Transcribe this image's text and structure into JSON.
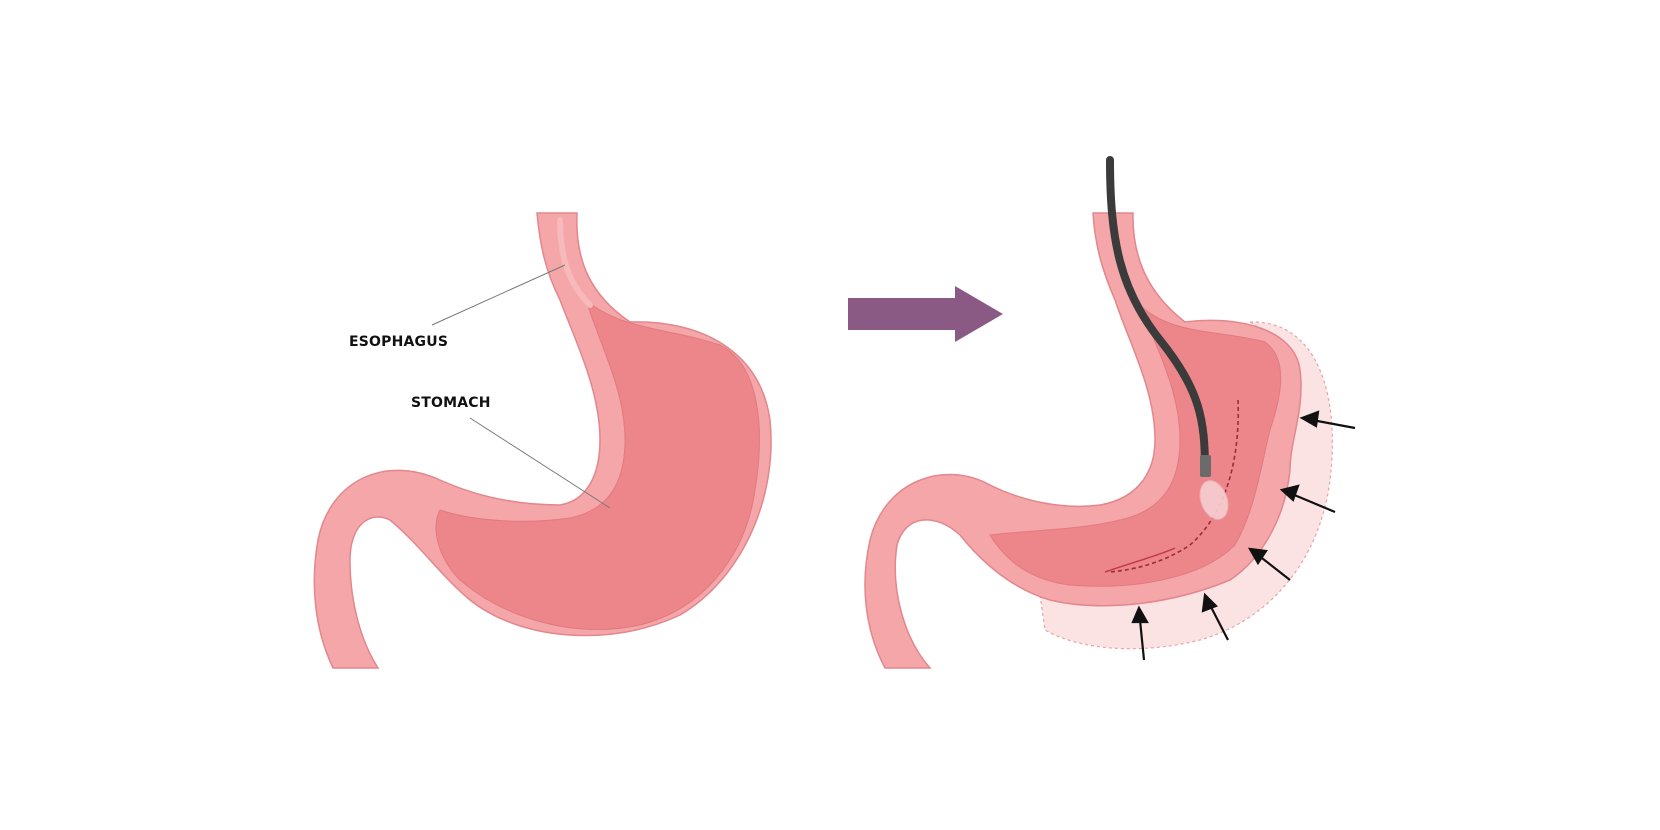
{
  "diagram": {
    "title": "",
    "panels": [
      {
        "id": "before",
        "description": "Normal stomach anatomy",
        "labels": [
          {
            "text": "ESOPHAGUS",
            "points_to": "esophagus"
          },
          {
            "text": "STOMACH",
            "points_to": "stomach"
          }
        ]
      },
      {
        "id": "after",
        "description": "Endoscopic sleeve gastroplasty: endoscope inside stomach with suture line, stomach compressed inward (arrows) from original dashed outline",
        "labels": []
      }
    ],
    "transition_arrow": {
      "direction": "right",
      "color": "#8a5a85"
    },
    "colors": {
      "stomach_fill": "#ec868a",
      "stomach_wall": "#f4a6a8",
      "outline": "#d96b72",
      "removed_area": "#fbe3e4",
      "endoscope": "#3b3b3b",
      "arrow": "#8a5a85"
    }
  },
  "labels": {
    "esophagus": "ESOPHAGUS",
    "stomach": "STOMACH"
  }
}
